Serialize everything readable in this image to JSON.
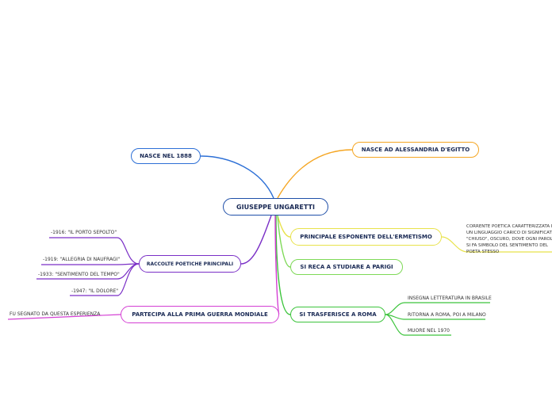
{
  "central": {
    "label": "GIUSEPPE UNGARETTI",
    "color": "#1f4fa8"
  },
  "branches": {
    "nasce_1888": {
      "label": "NASCE NEL 1888",
      "color": "#2c6fd6"
    },
    "alessandria": {
      "label": "NASCE AD ALESSANDRIA D'EGITTO",
      "color": "#f5a623"
    },
    "ermetismo": {
      "label": "PRINCIPALE ESPONENTE DELL'ERMETISMO",
      "color": "#e8e24a",
      "note": "CORRENTE POETICA CARATTERIZZATA DA UN LINGUAGGIO CARICO DI SIGNIFICATO, \"CHIUSO\", OSCURO, DOVE OGNI PAROLA SI FA SIMBOLO DEL SENTIMENTO DEL POETA STESSO"
    },
    "parigi": {
      "label": "SI RECA A STUDIARE A PARIGI",
      "color": "#7ed957"
    },
    "roma": {
      "label": "SI TRASFERISCE A ROMA",
      "color": "#3cc43c",
      "children": [
        "INSEGNA LETTERATURA IN BRASILE",
        "RITORNA A ROMA, POI A MILANO",
        "MUORE NEL 1970"
      ]
    },
    "raccolte": {
      "label": "RACCOLTE POETICHE PRINCIPALI",
      "color": "#7a2fc6",
      "children": [
        "-1916: \"IL PORTO SEPOLTO\"",
        "-1919: \"ALLEGRIA DI NAUFRAGI\"",
        "-1933: \"SENTIMENTO DEL TEMPO\"",
        "-1947: \"IL DOLORE\""
      ]
    },
    "guerra": {
      "label": "PARTECIPA ALLA PRIMA GUERRA MONDIALE",
      "color": "#d43fd4",
      "children": [
        "FU SEGNATO DA QUESTA ESPERIENZA"
      ]
    }
  }
}
